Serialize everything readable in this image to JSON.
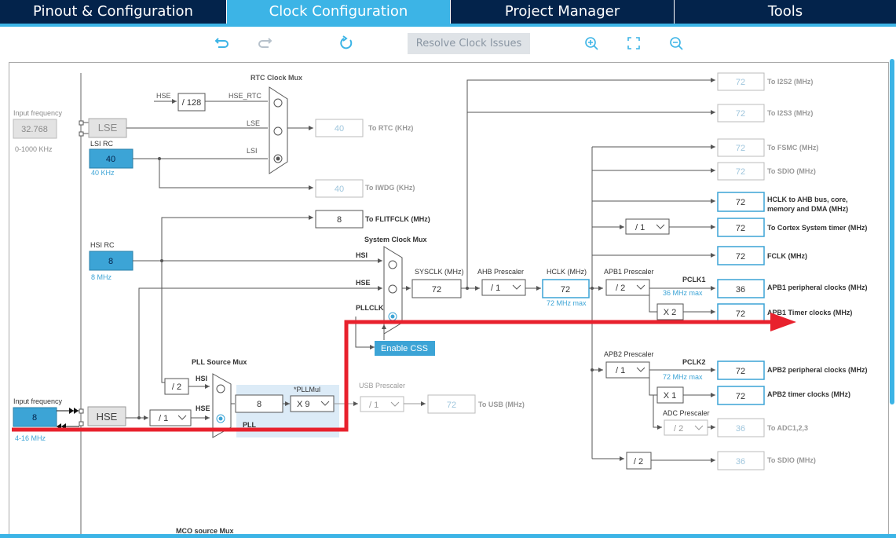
{
  "tabs": [
    {
      "label": "Pinout & Configuration"
    },
    {
      "label": "Clock Configuration"
    },
    {
      "label": "Project Manager"
    },
    {
      "label": "Tools"
    }
  ],
  "toolbar": {
    "undo_icon": "undo-icon",
    "redo_icon": "redo-icon",
    "reset_icon": "refresh-icon",
    "resolve_label": "Resolve Clock Issues",
    "zoom_in_icon": "zoom-in-icon",
    "fit_icon": "fit-to-screen-icon",
    "zoom_out_icon": "zoom-out-icon"
  },
  "colors": {
    "brand_dark": "#03234b",
    "accent": "#3cb4e6",
    "arrow": "#e8212d"
  },
  "diagram": {
    "lse_input": {
      "label": "Input frequency",
      "value": "32.768",
      "range": "0-1000 KHz"
    },
    "lse": "LSE",
    "lsi": {
      "label": "LSI RC",
      "value": "40",
      "unit": "40 KHz"
    },
    "rtc_mux": {
      "title": "RTC Clock Mux",
      "hse": "HSE",
      "div": "/ 128",
      "hse_rtc": "HSE_RTC",
      "lse": "LSE",
      "lsi": "LSI"
    },
    "to_rtc": {
      "value": "40",
      "label": "To RTC (KHz)"
    },
    "to_iwdg": {
      "value": "40",
      "label": "To IWDG (KHz)"
    },
    "to_flit": {
      "value": "8",
      "label": "To FLITFCLK (MHz)"
    },
    "hsi": {
      "label": "HSI RC",
      "value": "8",
      "unit": "8 MHz"
    },
    "sys_mux": {
      "title": "System Clock Mux",
      "hsi": "HSI",
      "hse": "HSE",
      "pllclk": "PLLCLK"
    },
    "sysclk": {
      "label": "SYSCLK (MHz)",
      "value": "72"
    },
    "ahb": {
      "label": "AHB Prescaler",
      "value": "/ 1"
    },
    "hclk": {
      "label": "HCLK (MHz)",
      "value": "72",
      "max": "72 MHz max"
    },
    "enable_css": "Enable CSS",
    "hse_input": {
      "label": "Input frequency",
      "value": "8",
      "range": "4-16 MHz"
    },
    "hse": "HSE",
    "pll_src": {
      "title": "PLL Source Mux",
      "hsi": "HSI",
      "hse": "HSE",
      "div2": "/ 2",
      "hse_div": "/ 1"
    },
    "pll": {
      "label": "PLL",
      "value": "8",
      "mul_label": "*PLLMul",
      "mul": "X 9"
    },
    "usb": {
      "label": "USB Prescaler",
      "value": "/ 1",
      "out": "72",
      "out_label": "To USB (MHz)"
    },
    "outputs": {
      "i2s2": {
        "value": "72",
        "label": "To I2S2 (MHz)"
      },
      "i2s3": {
        "value": "72",
        "label": "To I2S3 (MHz)"
      },
      "fsmc": {
        "value": "72",
        "label": "To FSMC (MHz)"
      },
      "sdio1": {
        "value": "72",
        "label": "To SDIO (MHz)"
      },
      "hclk_ahb": {
        "value": "72",
        "label": "HCLK to AHB bus, core,",
        "label2": "memory and DMA (MHz)"
      },
      "cortex": {
        "value": "72",
        "label": "To Cortex System timer (MHz)",
        "div": "/ 1"
      },
      "fclk": {
        "value": "72",
        "label": "FCLK (MHz)"
      },
      "apb1_periph": {
        "value": "36",
        "label": "APB1 peripheral clocks (MHz)"
      },
      "apb1_timer": {
        "value": "72",
        "label": "APB1 Timer clocks (MHz)",
        "mul": "X 2"
      },
      "apb2_periph": {
        "value": "72",
        "label": "APB2 peripheral clocks (MHz)"
      },
      "apb2_timer": {
        "value": "72",
        "label": "APB2 timer clocks (MHz)",
        "mul": "X 1"
      },
      "adc": {
        "value": "36",
        "label": "To ADC1,2,3",
        "div": "/ 2"
      },
      "sdio2": {
        "value": "36",
        "label": "To SDIO (MHz)",
        "div": "/ 2"
      }
    },
    "apb1": {
      "label": "APB1 Prescaler",
      "value": "/ 2",
      "pclk": "PCLK1",
      "max": "36 MHz max"
    },
    "apb2": {
      "label": "APB2 Prescaler",
      "value": "/ 1",
      "pclk": "PCLK2",
      "max": "72 MHz max"
    },
    "adc_prescaler": "ADC Prescaler",
    "mco": "MCO source Mux"
  }
}
